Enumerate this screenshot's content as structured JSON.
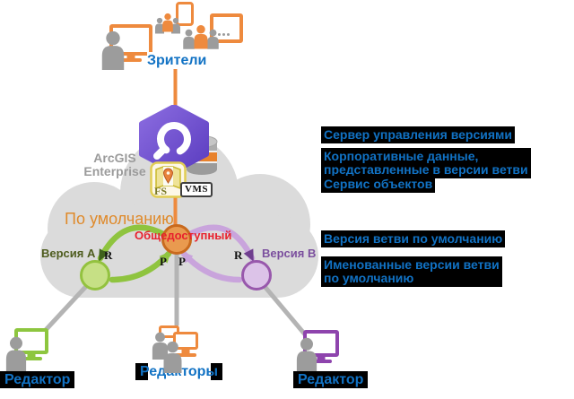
{
  "colors": {
    "accent_orange": "#EE8A3E",
    "label_blue": "#1172C4",
    "label_background": "#000000",
    "cloud_gray": "#DBDBDB",
    "green_branch": "#9CCB4B",
    "purple_branch": "#C9A4DC",
    "public_red": "#E8212D",
    "hexagon_purple": "#6C4BD3"
  },
  "viewers": {
    "label": "Зрители"
  },
  "platform": {
    "name_line1": "ArcGIS",
    "name_line2": "Enterprise",
    "fs_badge": "FS",
    "vms_badge": "VMS"
  },
  "cloud": {
    "default_label": "По умолчанию",
    "public_label": "Общедоступный",
    "version_a_label": "Версия A",
    "version_b_label": "Версия B",
    "marker_r_left": "R",
    "marker_p_left": "P",
    "marker_p_right": "P",
    "marker_r_right": "R"
  },
  "annotations": [
    {
      "lines": [
        "Сервер управления версиями"
      ]
    },
    {
      "lines": [
        "Корпоративные данные,",
        "представленные в версии ветви"
      ]
    },
    {
      "lines": [
        "Сервис объектов"
      ]
    },
    {
      "lines": [
        "Версия ветви по умолчанию"
      ]
    },
    {
      "lines": [
        "Именованные версии ветви",
        "по умолчанию"
      ]
    }
  ],
  "editors": {
    "left_label": "Редактор",
    "middle_label": "Редакторы",
    "right_label": "Редактор"
  }
}
